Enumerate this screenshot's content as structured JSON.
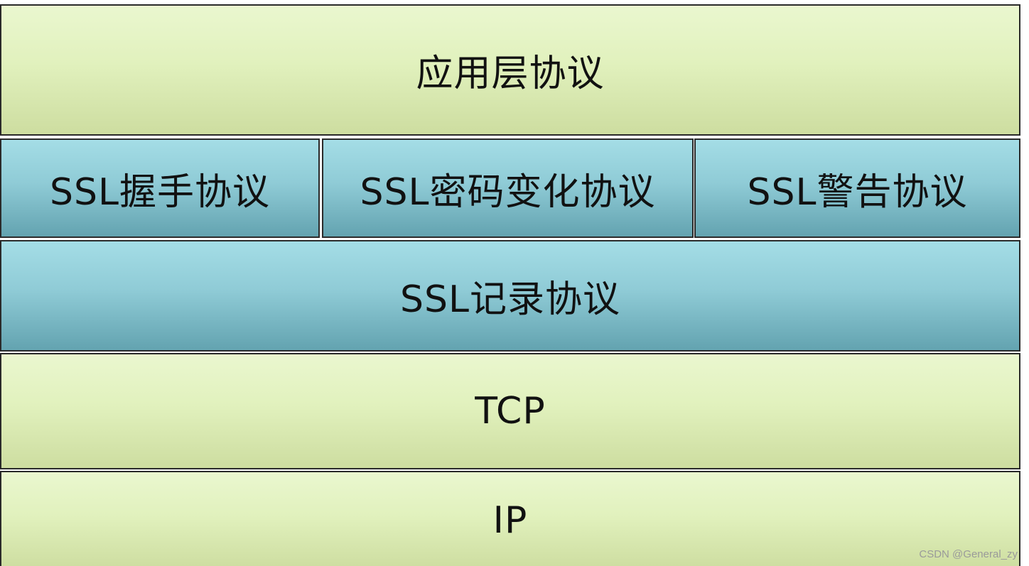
{
  "layers": {
    "application": "应用层协议",
    "handshake": "SSL握手协议",
    "change_cipher_spec": "SSL密码变化协议",
    "alert": "SSL警告协议",
    "record": "SSL记录协议",
    "tcp": "TCP",
    "ip": "IP"
  },
  "watermark": "CSDN @General_zy",
  "colors": {
    "green_layer": "#e1f1bd",
    "blue_layer": "#8fcbd6",
    "border": "#2a2a2a"
  }
}
